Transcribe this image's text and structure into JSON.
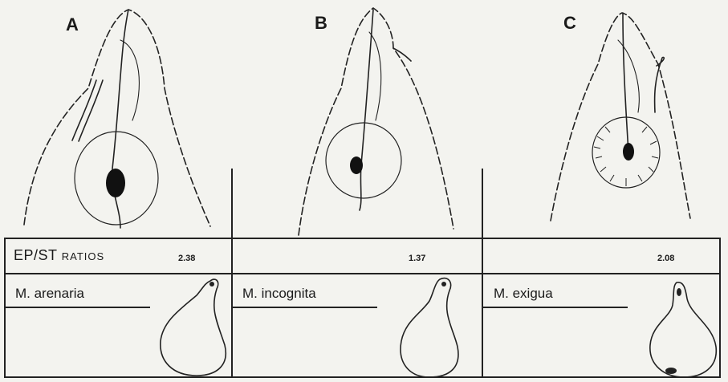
{
  "panels": [
    {
      "letter": "A",
      "ratio": "2.38",
      "species": "M. arenaria"
    },
    {
      "letter": "B",
      "ratio": "1.37",
      "species": "M. incognita"
    },
    {
      "letter": "C",
      "ratio": "2.08",
      "species": "M. exigua"
    }
  ],
  "table": {
    "ratio_label_main": "EP/ST",
    "ratio_label_small": "RATIOS"
  }
}
